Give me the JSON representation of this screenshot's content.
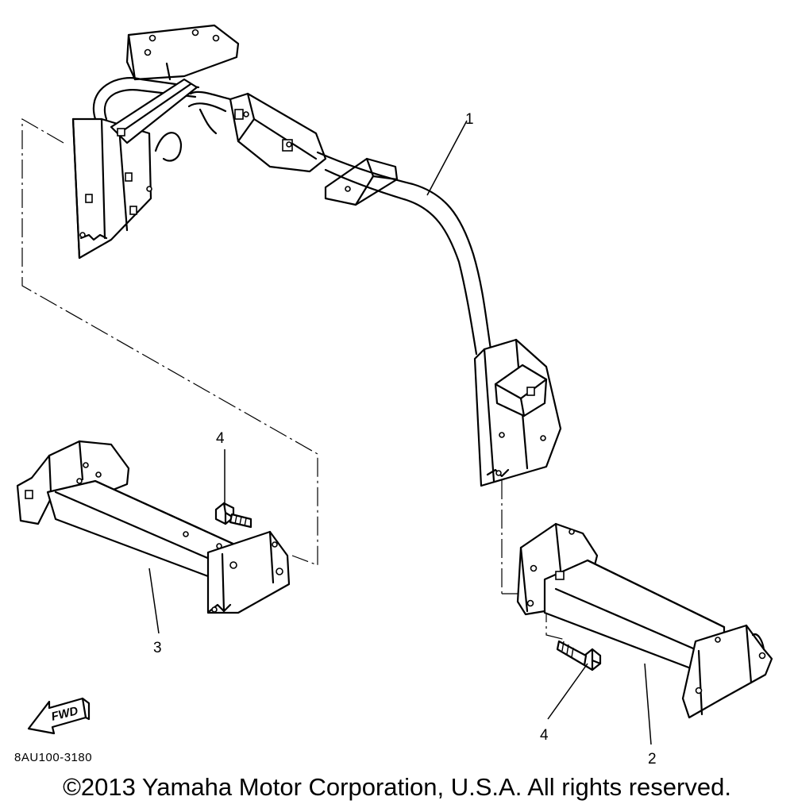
{
  "diagram": {
    "callouts": {
      "part_1": "1",
      "part_2": "2",
      "part_3": "3",
      "part_4_upper": "4",
      "part_4_lower": "4"
    },
    "fwd_label": "FWD",
    "figure_code": "8AU100-3180"
  },
  "footer": {
    "copyright": "©2013 Yamaha Motor Corporation, U.S.A. All rights reserved."
  }
}
